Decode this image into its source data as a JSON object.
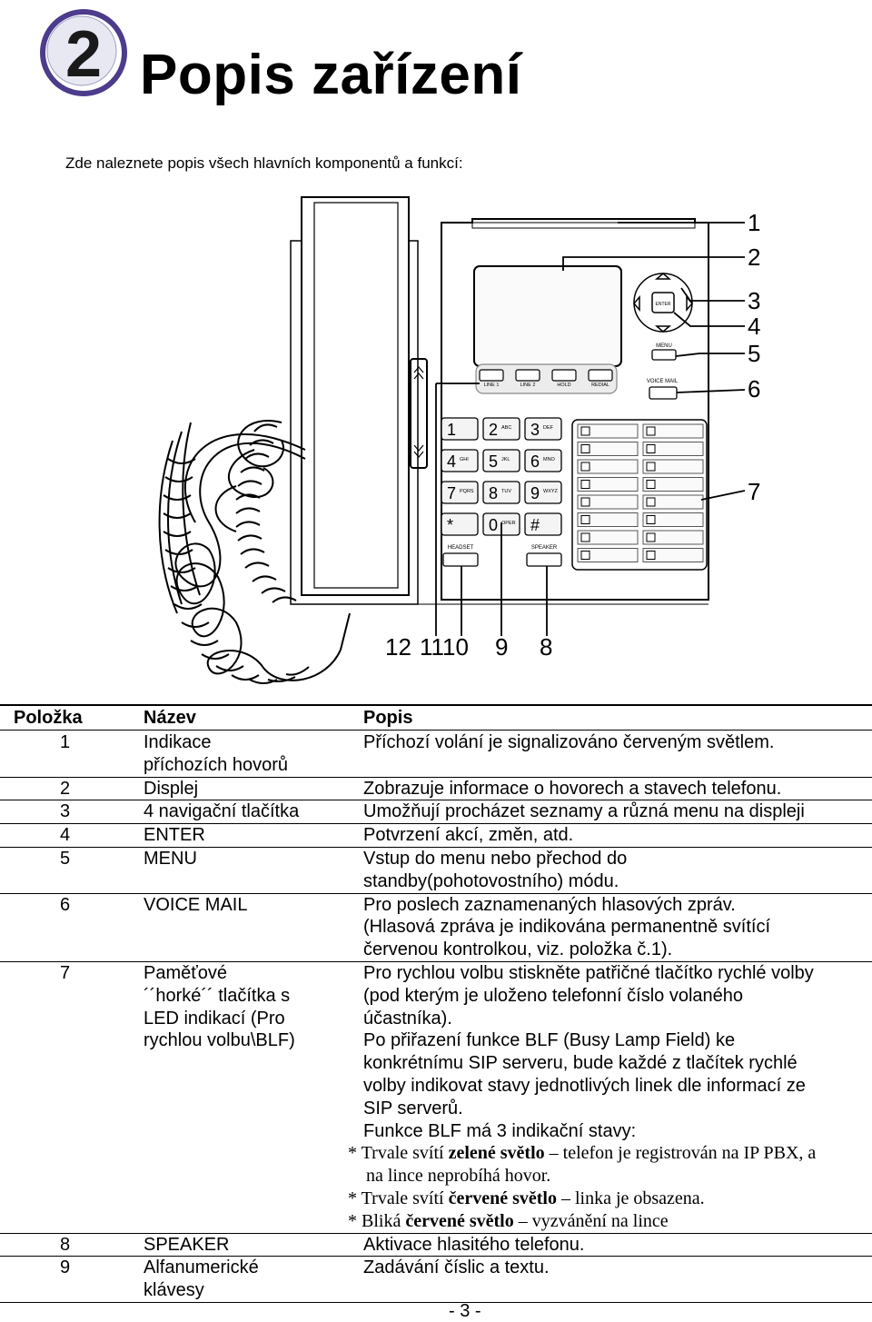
{
  "chapter_number": "2",
  "title": "Popis zařízení",
  "intro": "Zde naleznete popis všech hlavních komponentů a funkcí:",
  "diagram": {
    "callouts": [
      "1",
      "2",
      "3",
      "4",
      "5",
      "6",
      "7",
      "8",
      "9",
      "10",
      "11",
      "12"
    ],
    "side_labels": [
      "1",
      "2",
      "3",
      "4",
      "5",
      "6",
      "7"
    ],
    "bottom_labels": [
      "12",
      "1110",
      "9",
      "8"
    ],
    "button_labels": {
      "enter": "ENTER",
      "menu": "MENU",
      "voice_mail": "VOICE MAIL",
      "line1": "LINE 1",
      "line2": "LINE 2",
      "hold": "HOLD",
      "redial": "REDIAL",
      "headset": "HEADSET",
      "speaker": "SPEAKER"
    },
    "keys": [
      {
        "d": "1",
        "l": ""
      },
      {
        "d": "2",
        "l": "ABC"
      },
      {
        "d": "3",
        "l": "DEF"
      },
      {
        "d": "4",
        "l": "GHI"
      },
      {
        "d": "5",
        "l": "JKL"
      },
      {
        "d": "6",
        "l": "MNO"
      },
      {
        "d": "7",
        "l": "PQRS"
      },
      {
        "d": "8",
        "l": "TUV"
      },
      {
        "d": "9",
        "l": "WXYZ"
      },
      {
        "d": "*",
        "l": ""
      },
      {
        "d": "0",
        "l": "OPER"
      },
      {
        "d": "#",
        "l": ""
      }
    ]
  },
  "table": {
    "headers": {
      "item": "Položka",
      "name": "Název",
      "desc": "Popis"
    },
    "rows": [
      {
        "item": "1",
        "name": [
          "Indikace",
          "příchozích hovorů"
        ],
        "desc": [
          "Příchozí volání je signalizováno červeným světlem."
        ]
      },
      {
        "item": "2",
        "name": [
          "Displej"
        ],
        "desc": [
          "Zobrazuje informace o hovorech a stavech telefonu."
        ]
      },
      {
        "item": "3",
        "name": [
          "4 navigační tlačítka"
        ],
        "desc": [
          "Umožňují procházet seznamy a různá menu na displeji"
        ]
      },
      {
        "item": "4",
        "name": [
          "ENTER"
        ],
        "desc": [
          "Potvrzení akcí, změn, atd."
        ]
      },
      {
        "item": "5",
        "name": [
          "MENU"
        ],
        "desc": [
          "Vstup do menu nebo přechod do",
          "standby(pohotovostního) módu."
        ]
      },
      {
        "item": "6",
        "name": [
          "VOICE MAIL"
        ],
        "desc": [
          "Pro poslech zaznamenaných hlasových zpráv.",
          "(Hlasová zpráva je indikována permanentně svítící",
          "červenou kontrolkou, viz. položka č.1)."
        ]
      },
      {
        "item": "7",
        "name": [
          "Paměťové",
          "´´horké´´ tlačítka s",
          "LED indikací (Pro",
          "rychlou volbu\\BLF)"
        ],
        "desc": [
          "Pro rychlou volbu stiskněte patřičné tlačítko rychlé volby",
          "(pod kterým je uloženo telefonní číslo volaného",
          "účastníka).",
          "Po přiřazení funkce BLF (Busy Lamp Field) ke",
          "konkrétnímu SIP serveru, bude každé z tlačítek rychlé",
          "volby indikovat stavy jednotlivých linek dle informací ze",
          "SIP serverů.",
          "Funkce BLF má 3 indikační stavy:"
        ],
        "blf_states": [
          {
            "pre": "* Trvale svítí ",
            "bold": "zelené světlo",
            "post": " – telefon je registrován na IP PBX, a"
          },
          {
            "pre": "na lince neprobíhá hovor.",
            "bold": "",
            "post": ""
          },
          {
            "pre": "* Trvale svítí ",
            "bold": "červené světlo",
            "post": " – linka je obsazena."
          },
          {
            "pre": "* Bliká ",
            "bold": "červené světlo",
            "post": " – vyzvánění na lince"
          }
        ]
      },
      {
        "item": "8",
        "name": [
          "SPEAKER"
        ],
        "desc": [
          "Aktivace hlasitého telefonu."
        ]
      },
      {
        "item": "9",
        "name": [
          "Alfanumerické",
          "klávesy"
        ],
        "desc": [
          "Zadávání číslic a textu."
        ]
      }
    ]
  },
  "page_number": "- 3 -",
  "colors": {
    "badge_ring": "#4d3b8c",
    "badge_fill": "#e8e8f2",
    "line": "#000000"
  }
}
